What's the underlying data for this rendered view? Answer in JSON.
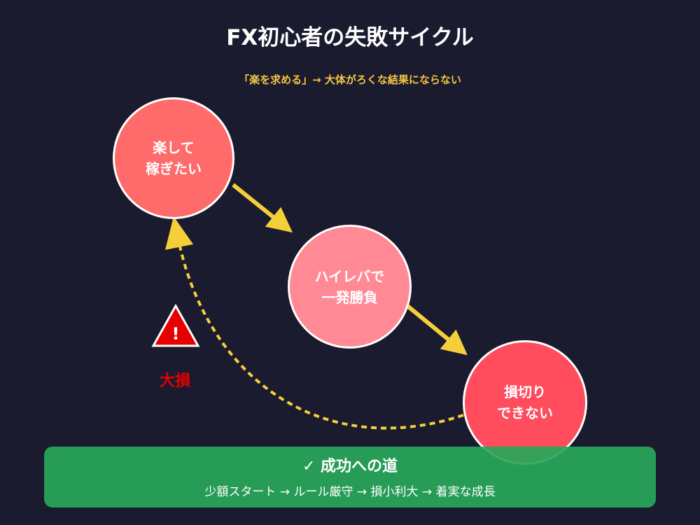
{
  "title": "FX初心者の失敗サイクル",
  "subtitle": "「楽を求める」→ 大体がろくな結果にならない",
  "nodes": [
    {
      "label": "楽して\n稼ぎたい"
    },
    {
      "label": "ハイレバで\n一発勝負"
    },
    {
      "label": "損切り\nできない"
    }
  ],
  "warning": {
    "label": "大損",
    "icon": "warning-triangle-icon",
    "mark": "!"
  },
  "success": {
    "title": "✓ 成功への道",
    "text": "少額スタート → ルール厳守 → 損小利大 → 着実な成長"
  },
  "colors": {
    "background": "#1a1b2e",
    "arrow": "#f5cf3a",
    "node1": "#ff6b6b",
    "node2": "#ff8a96",
    "node3": "#ff4d5e",
    "danger": "#e60000",
    "success": "#28a75a"
  }
}
